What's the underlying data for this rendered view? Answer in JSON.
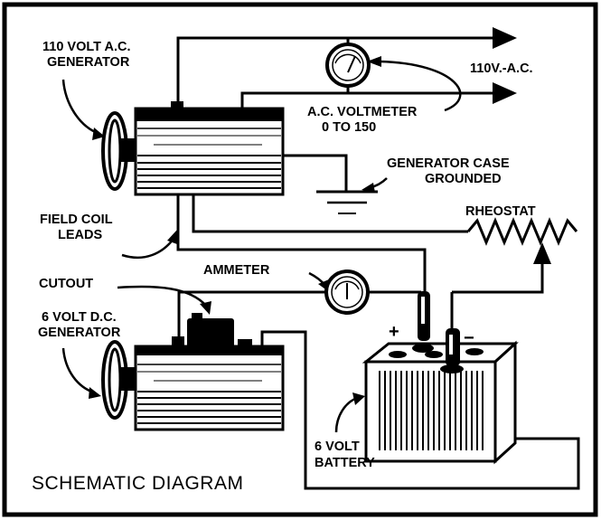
{
  "diagram": {
    "title": "SCHEMATIC DIAGRAM",
    "labels": {
      "ac_generator_line1": "110 VOLT A.C.",
      "ac_generator_line2": "GENERATOR",
      "output": "110V.-A.C.",
      "voltmeter_line1": "A.C. VOLTMETER",
      "voltmeter_line2": "0 TO 150",
      "case_line1": "GENERATOR CASE",
      "case_line2": "GROUNDED",
      "field_line1": "FIELD COIL",
      "field_line2": "LEADS",
      "rheostat": "RHEOSTAT",
      "ammeter": "AMMETER",
      "cutout": "CUTOUT",
      "dc_generator_line1": "6 VOLT D.C.",
      "dc_generator_line2": "GENERATOR",
      "plus": "+",
      "minus": "−",
      "battery_line1": "6 VOLT",
      "battery_line2": "BATTERY"
    }
  }
}
